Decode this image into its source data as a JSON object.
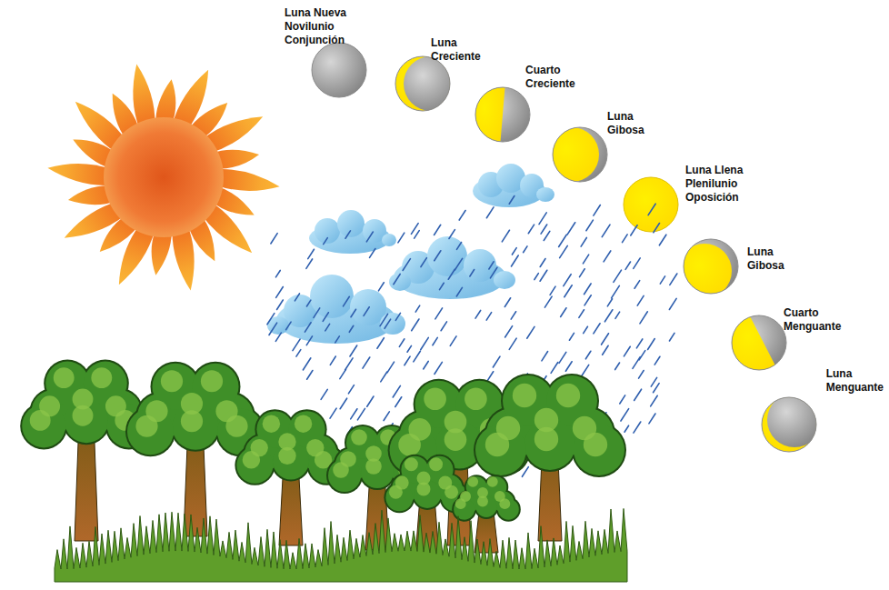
{
  "diagram": {
    "labels": [
      "Luna Nueva Novilunio Conjunción",
      "Luna Creciente",
      "Cuarto Creciente",
      "Luna Gibosa",
      "Luna Llena Plenilunio Oposición",
      "Luna Gibosa",
      "Cuarto Menguante",
      "Luna Menguante"
    ]
  }
}
